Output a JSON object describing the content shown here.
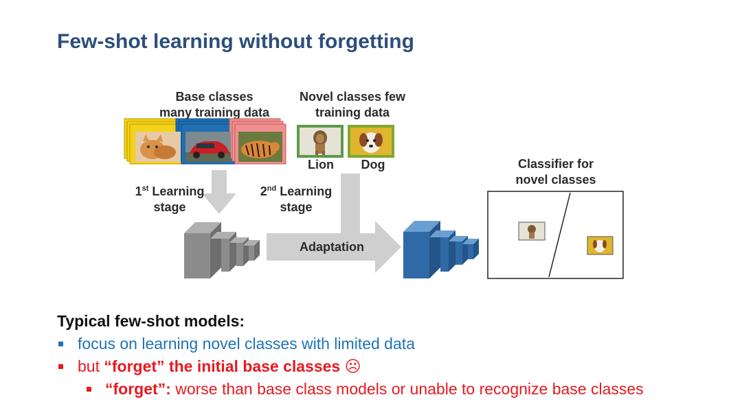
{
  "title": "Few-shot learning without forgetting",
  "diagram": {
    "base_label": [
      "Base classes",
      "many training data"
    ],
    "novel_label": [
      "Novel classes few",
      "training data"
    ],
    "lion": "Lion",
    "dog": "Dog",
    "stage1": {
      "ord": "1",
      "sup": "st",
      "rest": " Learning",
      "line2": "stage"
    },
    "stage2": {
      "ord": "2",
      "sup": "nd",
      "rest": " Learning",
      "line2": "stage"
    },
    "adaptation": "Adaptation",
    "classifier_label": [
      "Classifier for",
      "novel classes"
    ],
    "colors": {
      "yellow_stack": "#f4d21a",
      "blue_stack": "#1f6fb2",
      "pink_stack": "#f08f8f",
      "gray_network": "#8c8c8c",
      "blue_network": "#2f6aa6",
      "arrow": "#cfcfcf"
    }
  },
  "bullets": {
    "heading": "Typical few-shot models:",
    "item1": "focus on learning novel classes with limited data",
    "item2_pre": "but ",
    "item2_bold": "“forget” the initial base classes",
    "item2_emoji": " ☹",
    "item3_bold": "“forget”:",
    "item3_rest": " worse than base class models or unable to recognize base classes"
  }
}
